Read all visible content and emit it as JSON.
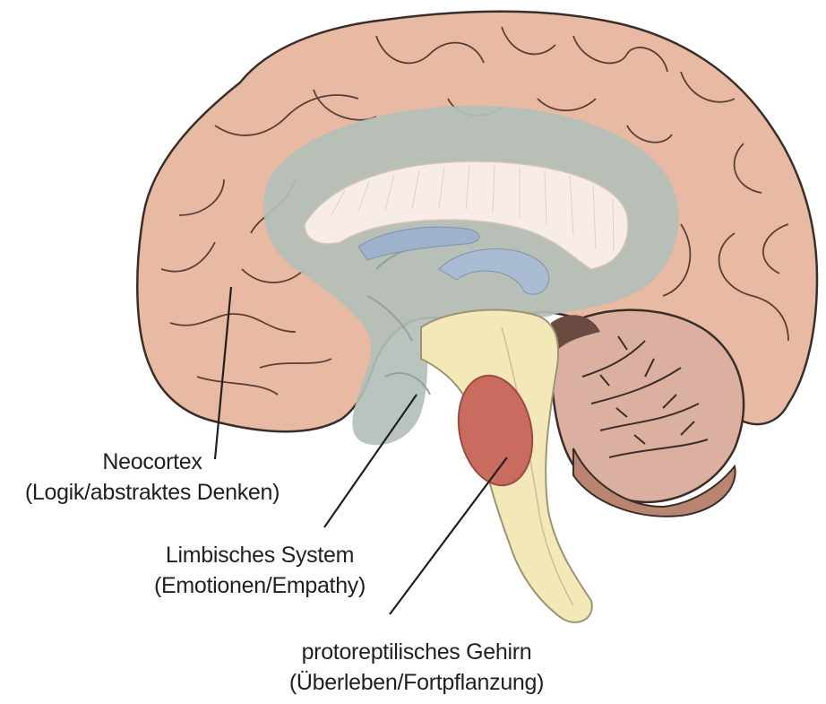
{
  "labels": {
    "neocortex": {
      "name": "Neocortex",
      "function": "(Logik/abstraktes Denken)"
    },
    "limbic": {
      "name": "Limbisches System",
      "function": "(Emotionen/Empathy)"
    },
    "reptilian": {
      "name": "protoreptilisches Gehirn",
      "function": "(Überleben/Fortpflanzung)"
    }
  },
  "colors": {
    "neocortex": "#e8b9a3",
    "limbic": "#b3bfb8",
    "brainstem": "#f2e8b8",
    "reptilian_core": "#c96b5f",
    "cerebellum": "#dbb0a0",
    "corpus_callosum": "#f7ece6",
    "ventricle": "#9fb2cc",
    "outline": "#3a2e2a"
  }
}
